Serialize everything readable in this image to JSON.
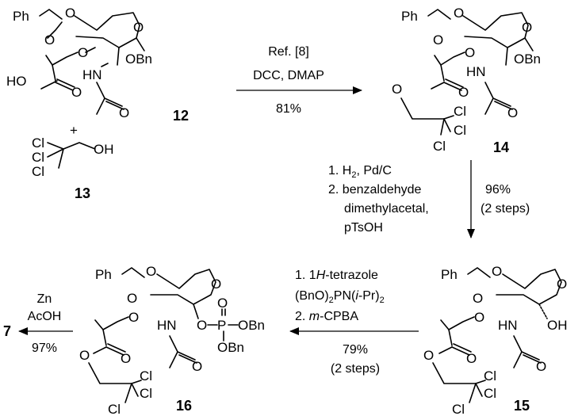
{
  "compounds": {
    "c12": "12",
    "c13": "13",
    "c14": "14",
    "c15": "15",
    "c16": "16",
    "c7": "7",
    "plus": "+"
  },
  "atoms": {
    "ph": "Ph",
    "o": "O",
    "hn": "HN",
    "obn": "OBn",
    "ho": "HO",
    "oh": "OH",
    "cl": "Cl",
    "p": "P"
  },
  "reactions": {
    "step1": {
      "ref": "Ref. [8]",
      "reagents": "DCC, DMAP",
      "yield": "81%"
    },
    "step2": {
      "line1a": "1. H",
      "line1sub": "2",
      "line1b": ", Pd/C",
      "line2": "2. benzaldehyde",
      "line3": "dimethylacetal,",
      "line4": "pTsOH",
      "yield": "96%",
      "steps": "(2 steps)"
    },
    "step3": {
      "l1a": "1. 1",
      "l1it": "H",
      "l1b": "-tetrazole",
      "l2a": "(BnO)",
      "l2sub": "2",
      "l2b": "PN(",
      "l2it": "i",
      "l2c": "-Pr)",
      "l2sub2": "2",
      "l3a": "2. ",
      "l3it": "m",
      "l3b": "-CPBA",
      "yield": "79%",
      "steps": "(2 steps)"
    },
    "step4": {
      "reagent1": "Zn",
      "reagent2": "AcOH",
      "yield": "97%"
    }
  }
}
